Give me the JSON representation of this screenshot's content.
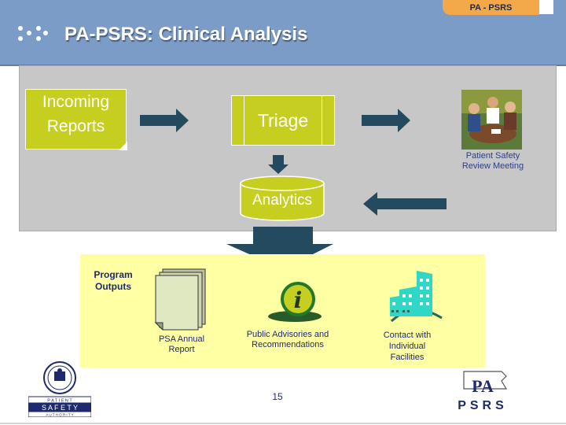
{
  "header": {
    "title": "PA-PSRS: Clinical Analysis",
    "tag": "PA - PSRS"
  },
  "flow": {
    "incoming": [
      "Incoming",
      "Reports"
    ],
    "triage": "Triage",
    "analytics": "Analytics",
    "meeting": [
      "Patient Safety",
      "Review Meeting"
    ]
  },
  "outputs": {
    "title": [
      "Program",
      "Outputs"
    ],
    "report": [
      "PSA Annual",
      "Report"
    ],
    "advisories": [
      "Public Advisories and",
      "Recommendations"
    ],
    "contact": [
      "Contact with",
      "Individual",
      "Facilities"
    ]
  },
  "footer": {
    "page_number": "15",
    "left_logo": [
      "P A T I E N T",
      "S A F E T Y",
      "A U T H O R I T Y"
    ],
    "right_logo": [
      "PA",
      "PSRS"
    ]
  },
  "colors": {
    "header": "#7b9cc6",
    "accent_orange": "#f3a94a",
    "lime": "#c6cf1f",
    "arrow": "#234a5e",
    "panel_grey": "#c7c7c7",
    "outputs_yellow": "#ffffa3",
    "text_navy": "#1f2a6e"
  },
  "icons": [
    "bullet-dots-icon",
    "info-icon",
    "building-icon",
    "document-stack-icon",
    "state-seal-icon",
    "pennsylvania-map-icon"
  ]
}
